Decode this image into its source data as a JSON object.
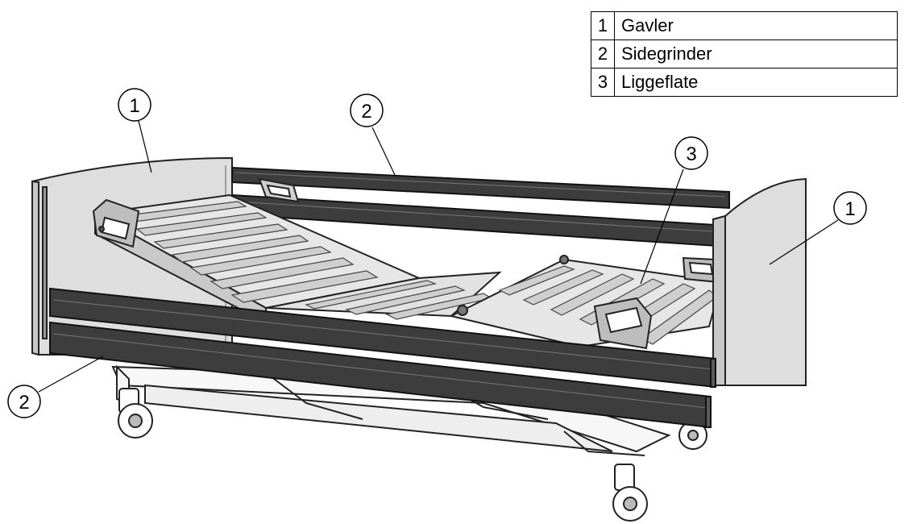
{
  "legend": {
    "rows": [
      {
        "number": "1",
        "label": "Gavler"
      },
      {
        "number": "2",
        "label": "Sidegrinder"
      },
      {
        "number": "3",
        "label": "Liggeflate"
      }
    ]
  },
  "callouts": {
    "headboard": "1",
    "side_rail_top": "2",
    "lying_surface": "3",
    "footboard": "1",
    "side_rail_bottom": "2"
  }
}
